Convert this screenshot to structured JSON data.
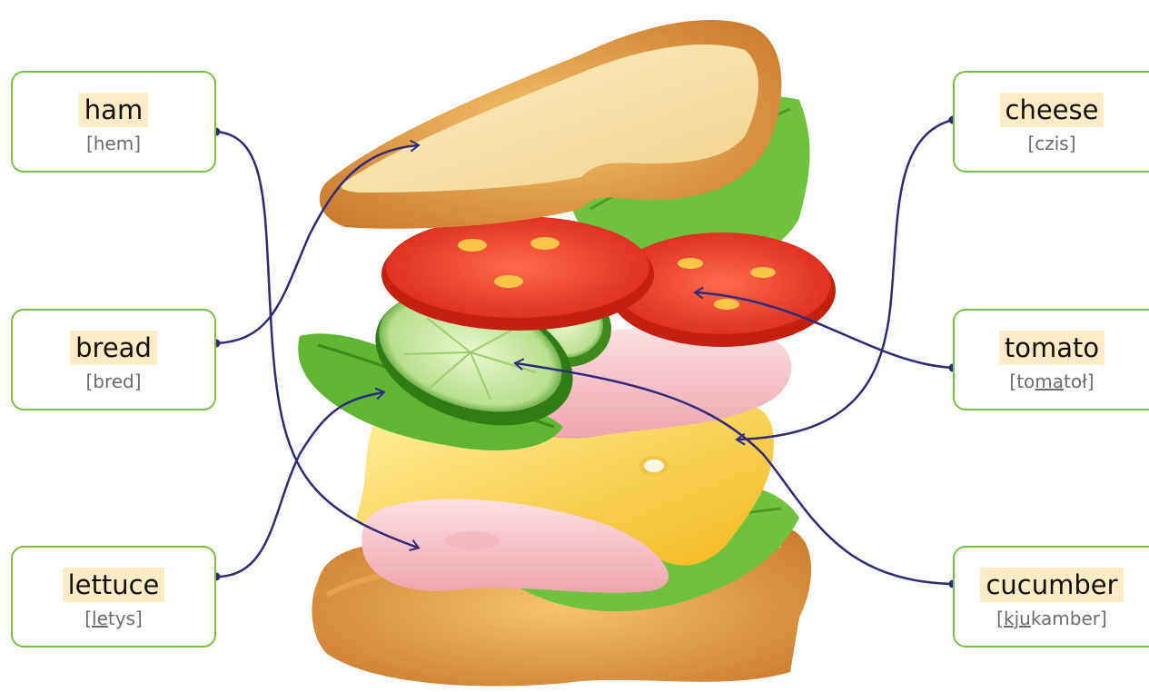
{
  "terms": {
    "ham": {
      "word": "ham",
      "ipa_pre": "[hem]",
      "ipa_u": "",
      "ipa_post": ""
    },
    "bread": {
      "word": "bread",
      "ipa_pre": "[bred]",
      "ipa_u": "",
      "ipa_post": ""
    },
    "lettuce": {
      "word": "lettuce",
      "ipa_pre": "[",
      "ipa_u": "le",
      "ipa_post": "tys]"
    },
    "cheese": {
      "word": "cheese",
      "ipa_pre": "[czis]",
      "ipa_u": "",
      "ipa_post": ""
    },
    "tomato": {
      "word": "tomato",
      "ipa_pre": "[to",
      "ipa_u": "ma",
      "ipa_post": "toł]"
    },
    "cucumber": {
      "word": "cucumber",
      "ipa_pre": "[",
      "ipa_u": "kju",
      "ipa_post": "kamber]"
    }
  },
  "colors": {
    "card_border": "#7cc242",
    "word_highlight": "#fdebc6",
    "connector": "#2e2a7e",
    "phonetic": "#6d6d6d"
  },
  "illustration": "sandwich-exploded-layers"
}
